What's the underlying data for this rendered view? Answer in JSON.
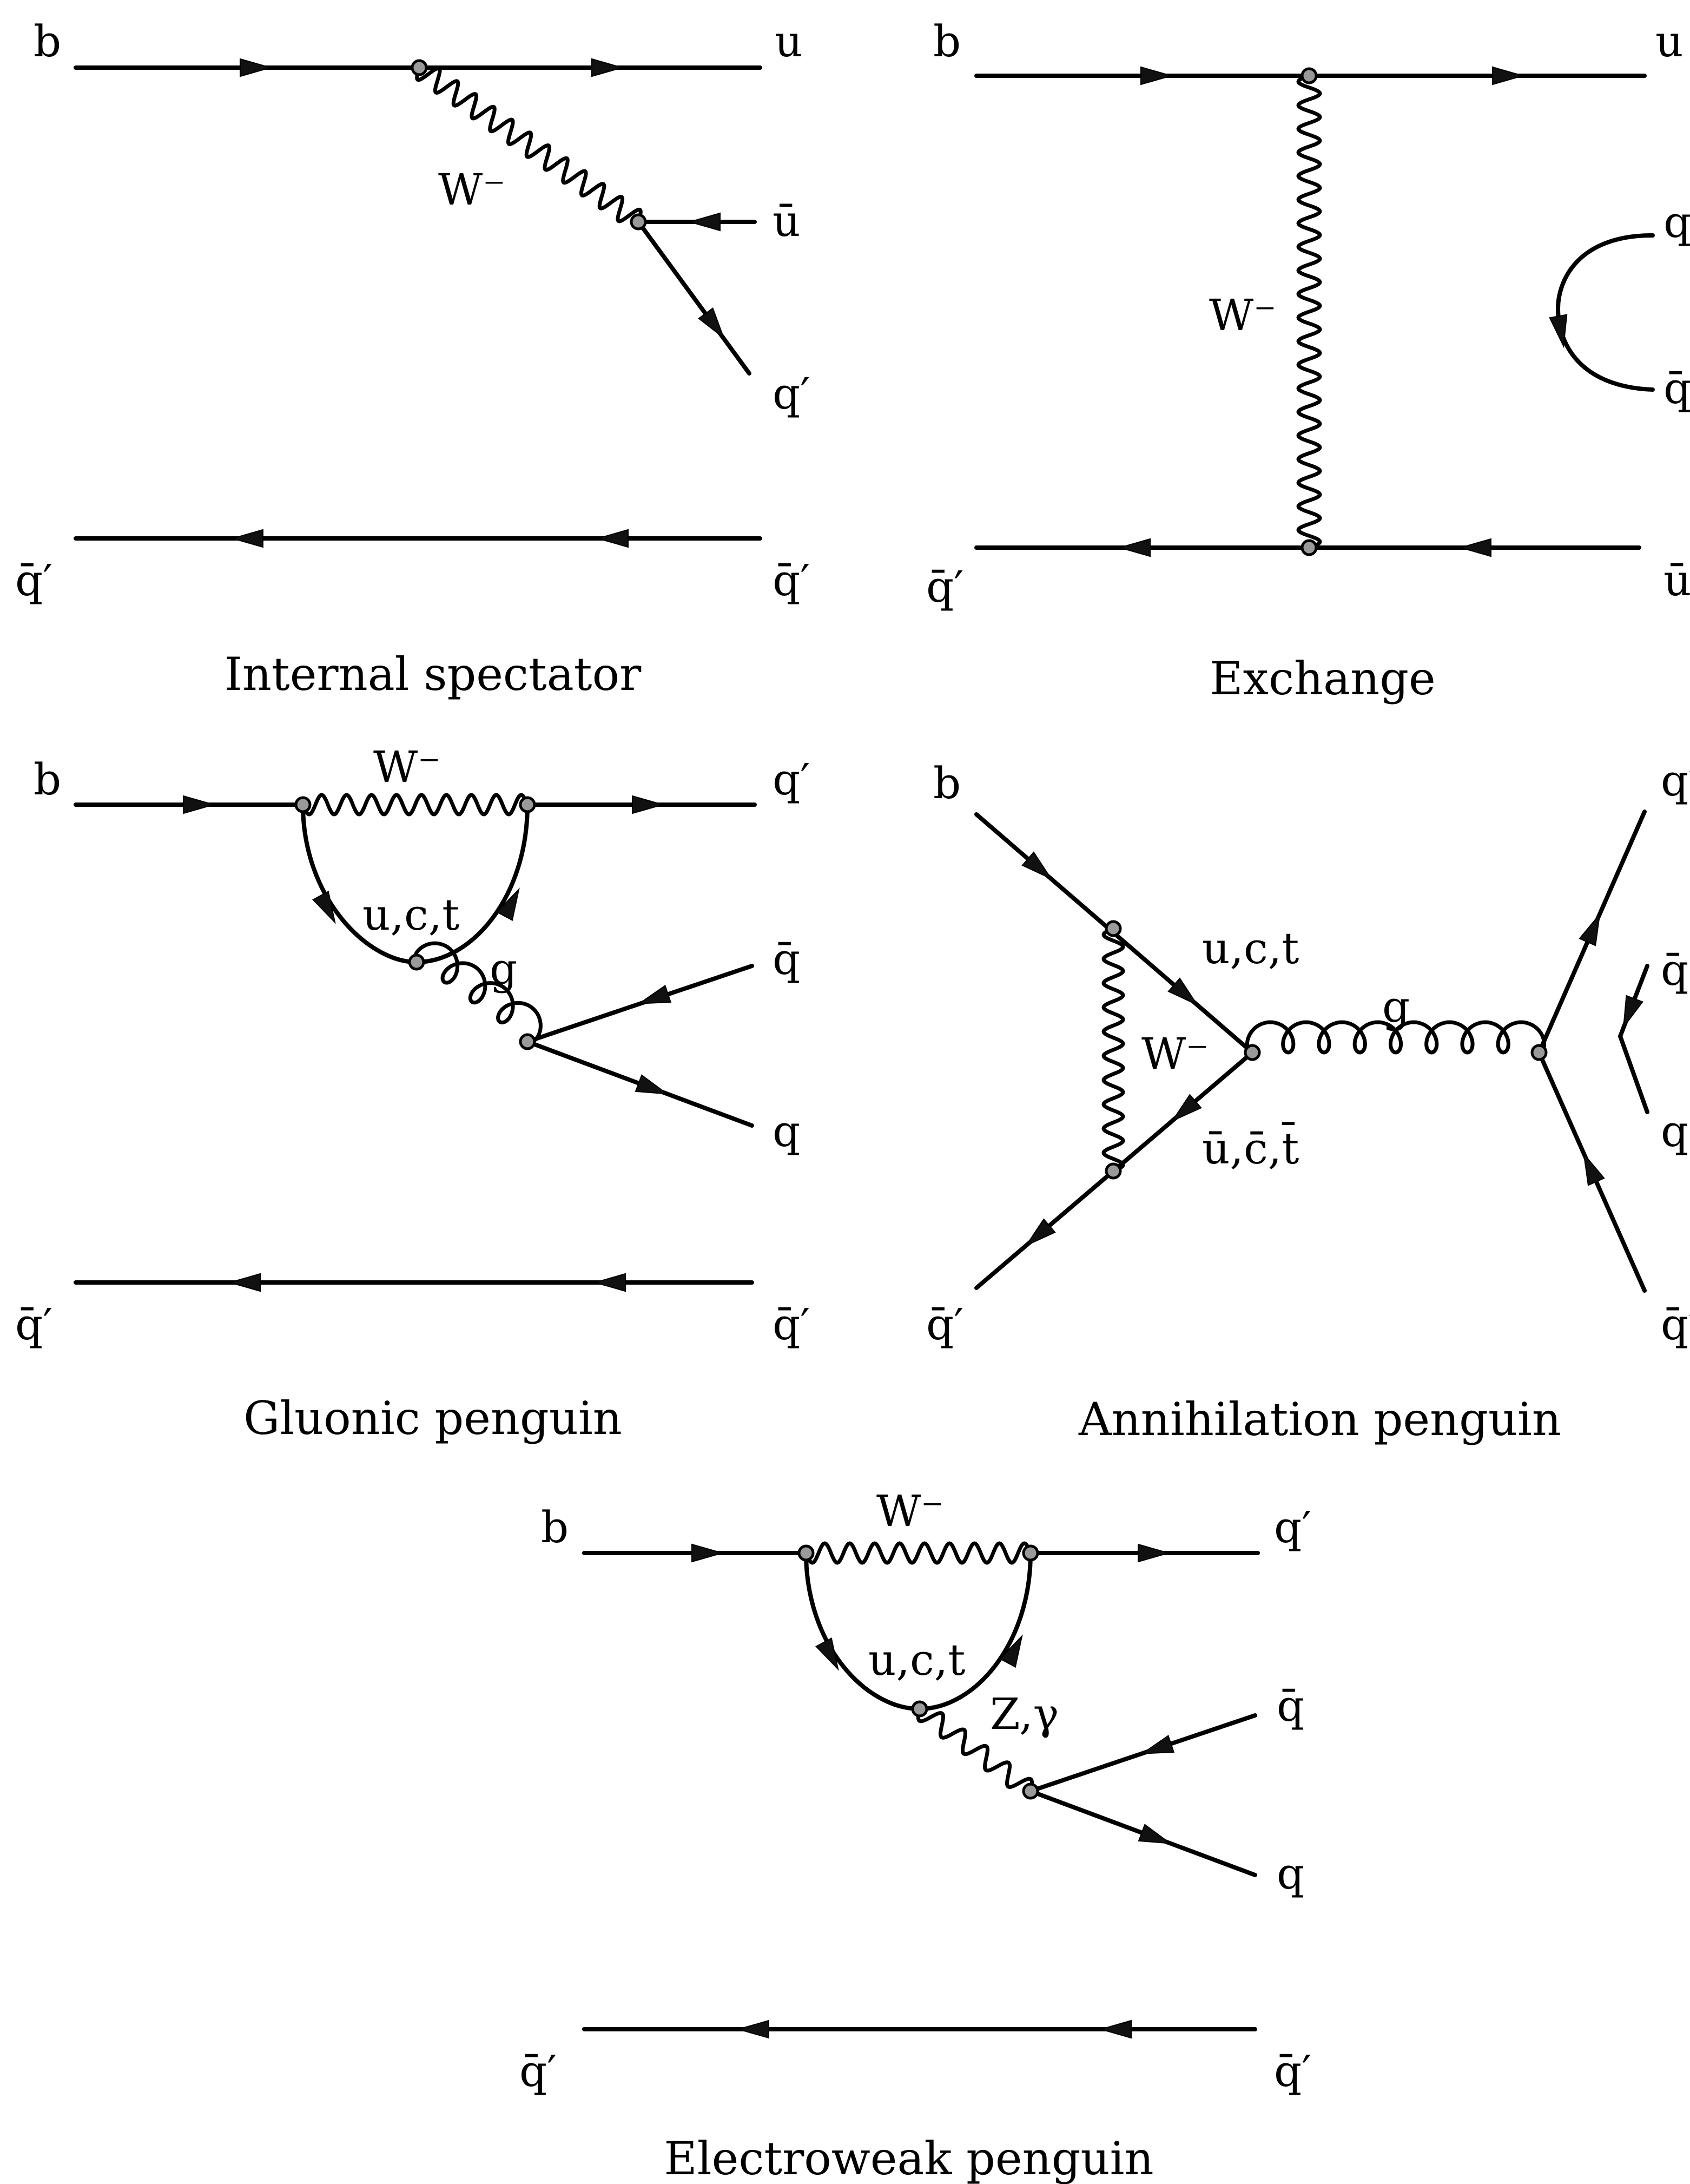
{
  "panels": [
    {
      "caption": "Internal spectator",
      "labels": {
        "b": "b",
        "u": "u",
        "ubar": "ū",
        "qprime": "q′",
        "qbar_left": "q̄′",
        "qbar_right": "q̄′",
        "boson": "W⁻"
      }
    },
    {
      "caption": "Exchange",
      "labels": {
        "b": "b",
        "u": "u",
        "q": "q",
        "qbar": "q̄",
        "qbar_left": "q̄′",
        "ubar": "ū",
        "boson": "W⁻"
      }
    },
    {
      "caption": "Gluonic penguin",
      "labels": {
        "b": "b",
        "qprime": "q′",
        "qbar": "q̄",
        "q": "q",
        "qbar_left": "q̄′",
        "qbar_right": "q̄′",
        "boson": "W⁻",
        "loop": "u,c,t",
        "gluon": "g"
      }
    },
    {
      "caption": "Annihilation penguin",
      "labels": {
        "b": "b",
        "qprime": "q′",
        "qbar": "q̄",
        "q": "q",
        "qbar_left": "q̄′",
        "qbar_right": "q̄′",
        "boson": "W⁻",
        "loop_top": "u,c,t",
        "loop_bottom": "ū,c̄,t̄",
        "gluon": "g"
      }
    },
    {
      "caption": "Electroweak penguin",
      "labels": {
        "b": "b",
        "qprime": "q′",
        "qbar": "q̄",
        "q": "q",
        "qbar_left": "q̄′",
        "qbar_right": "q̄′",
        "boson": "W⁻",
        "loop": "u,c,t",
        "neutral": "Z,γ"
      }
    }
  ]
}
